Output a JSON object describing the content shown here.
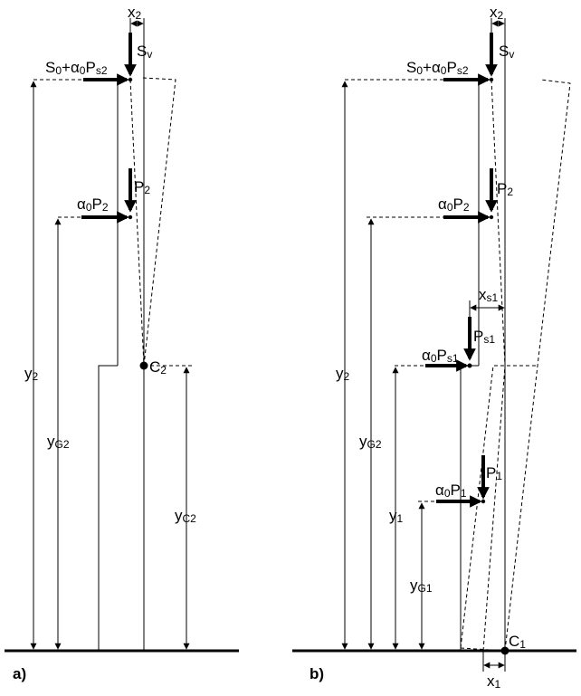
{
  "diagram": {
    "panels": [
      {
        "id": "a",
        "label": "a)",
        "labels": {
          "x2": {
            "base": "x",
            "sub": "2"
          },
          "sv": {
            "base": "S",
            "sub": "v"
          },
          "top_force": {
            "parts": [
              "S",
              "0",
              "+α",
              "0",
              "P",
              "s2"
            ]
          },
          "p2": {
            "base": "P",
            "sub": "2"
          },
          "a0p2": {
            "parts": [
              "α",
              "0",
              "P",
              "2"
            ]
          },
          "c2": {
            "base": "C",
            "sub": "2"
          },
          "y2": {
            "base": "y",
            "sub": "2"
          },
          "yg2": {
            "base": "y",
            "sub": "G2"
          },
          "yc2": {
            "base": "y",
            "sub": "C2"
          }
        }
      },
      {
        "id": "b",
        "label": "b)",
        "labels": {
          "x2": {
            "base": "x",
            "sub": "2"
          },
          "sv": {
            "base": "S",
            "sub": "v"
          },
          "top_force": {
            "parts": [
              "S",
              "0",
              "+α",
              "0",
              "P",
              "s2"
            ]
          },
          "p2": {
            "base": "P",
            "sub": "2"
          },
          "a0p2": {
            "parts": [
              "α",
              "0",
              "P",
              "2"
            ]
          },
          "xs1": {
            "base": "x",
            "sub": "s1"
          },
          "ps1": {
            "base": "P",
            "sub": "s1"
          },
          "a0ps1": {
            "parts": [
              "α",
              "0",
              "P",
              "s1"
            ]
          },
          "p1": {
            "base": "P",
            "sub": "1"
          },
          "a0p1": {
            "parts": [
              "α",
              "0",
              "P",
              "1"
            ]
          },
          "c1": {
            "base": "C",
            "sub": "1"
          },
          "x1": {
            "base": "x",
            "sub": "1"
          },
          "y2": {
            "base": "y",
            "sub": "2"
          },
          "yg2": {
            "base": "y",
            "sub": "G2"
          },
          "y1": {
            "base": "y",
            "sub": "1"
          },
          "yg1": {
            "base": "y",
            "sub": "G1"
          }
        }
      }
    ]
  }
}
